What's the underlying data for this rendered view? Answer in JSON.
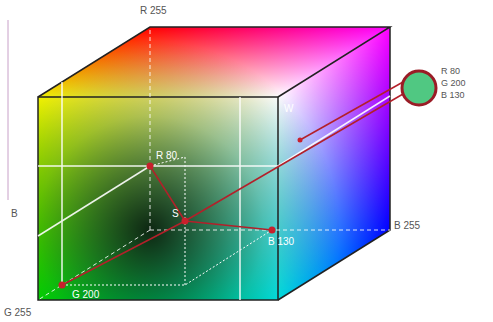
{
  "diagram": {
    "labels": [
      "R 255",
      "R 80",
      "W",
      "B",
      "S",
      "B 255",
      "B 130",
      "G 200",
      "G 255",
      "R 80",
      "G 200",
      "B 130"
    ]
  }
}
